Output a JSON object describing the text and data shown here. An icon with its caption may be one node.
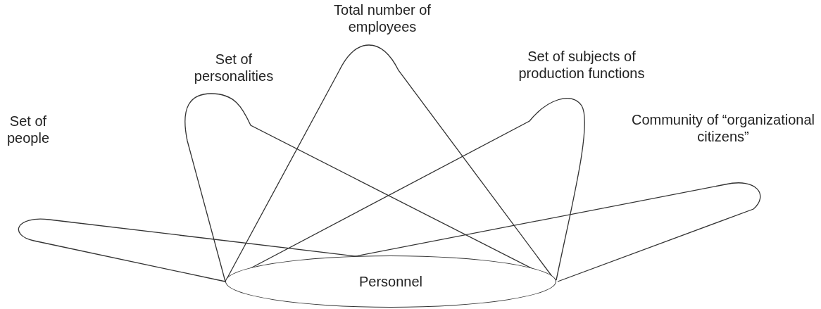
{
  "diagram": {
    "nodes": [
      {
        "text": [
          "Set of people"
        ]
      },
      {
        "text": [
          "Set of personalities"
        ]
      },
      {
        "text": [
          "Total number of employees"
        ]
      },
      {
        "text": [
          "Set of subjects of production functions"
        ]
      },
      {
        "text": [
          "Community of “organizational citizens”"
        ]
      },
      {
        "text": [
          "Personnel"
        ]
      }
    ]
  }
}
